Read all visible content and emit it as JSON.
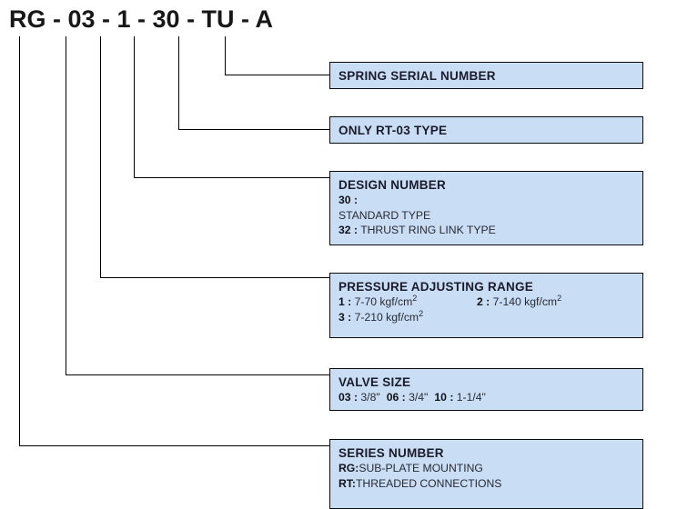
{
  "diagram": {
    "model_code": "RG - 03 - 1 - 30 - TU - A",
    "box_fill_color": "#c9ddf5",
    "box_border_color": "#0b0b0b",
    "leader_color": "#000000"
  },
  "callouts": {
    "spring_serial": {
      "title": "SPRING SERIAL NUMBER"
    },
    "only_rt03": {
      "title": "ONLY RT-03 TYPE"
    },
    "design_number": {
      "title": "DESIGN NUMBER",
      "code_30": "30 :",
      "desc_30": "STANDARD TYPE",
      "code_32": "32 :",
      "desc_32": "THRUST RING LINK TYPE"
    },
    "pressure_range": {
      "title": "PRESSURE ADJUSTING RANGE",
      "code_1": "1 :",
      "val_1": "7-70 kgf/cm",
      "sup_1": "2",
      "code_2": "2 :",
      "val_2": "7-140 kgf/cm",
      "sup_2": "2",
      "code_3": "3 :",
      "val_3": "7-210 kgf/cm",
      "sup_3": "2"
    },
    "valve_size": {
      "title": "VALVE SIZE",
      "code_03": "03 :",
      "val_03": "3/8\"",
      "code_06": "06 :",
      "val_06": "3/4\"",
      "code_10": "10 :",
      "val_10": "1-1/4\""
    },
    "series_number": {
      "title": "SERIES NUMBER",
      "code_rg": "RG:",
      "desc_rg": "SUB-PLATE MOUNTING",
      "code_rt": "RT:",
      "desc_rt": "THREADED CONNECTIONS"
    }
  }
}
